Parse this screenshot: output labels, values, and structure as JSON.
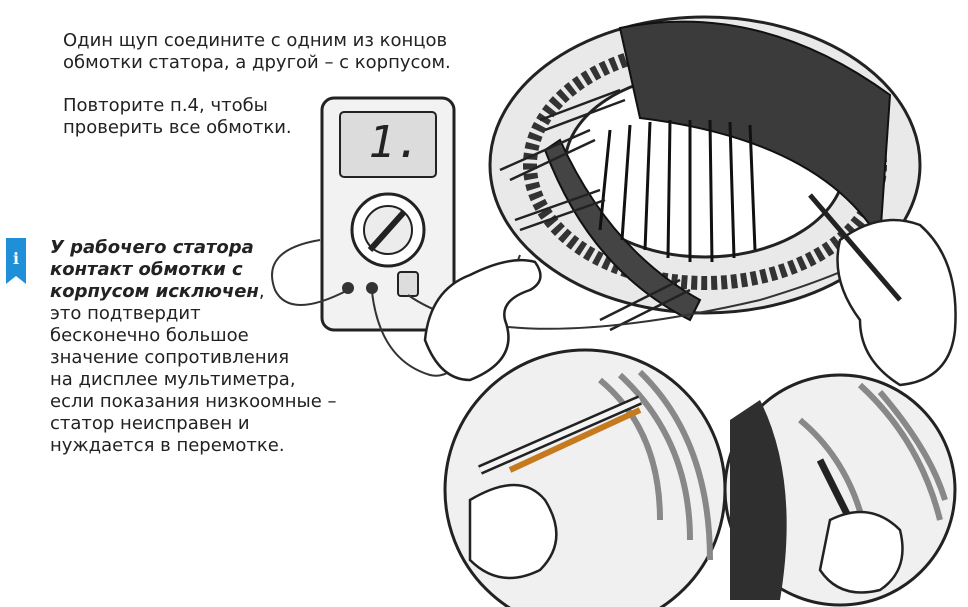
{
  "step_text_1": "Один щуп соедините с одним из концов обмотки статора, а другой – с корпусом.",
  "step_text_2": "Повторите п.4, чтобы проверить все обмотки.",
  "note": {
    "bold_lines": [
      "У рабочего статора",
      "контакт обмотки с",
      "корпусом исключен"
    ],
    "trailing": ",",
    "lines": [
      "это подтвердит",
      "бесконечно большое",
      "значение сопротивления",
      "на дисплее мультиметра,",
      "если показания низкоомные –",
      "статор неисправен и",
      "нуждается в перемотке."
    ]
  },
  "info_icon": "info-icon",
  "multimeter": {
    "display": "1."
  }
}
